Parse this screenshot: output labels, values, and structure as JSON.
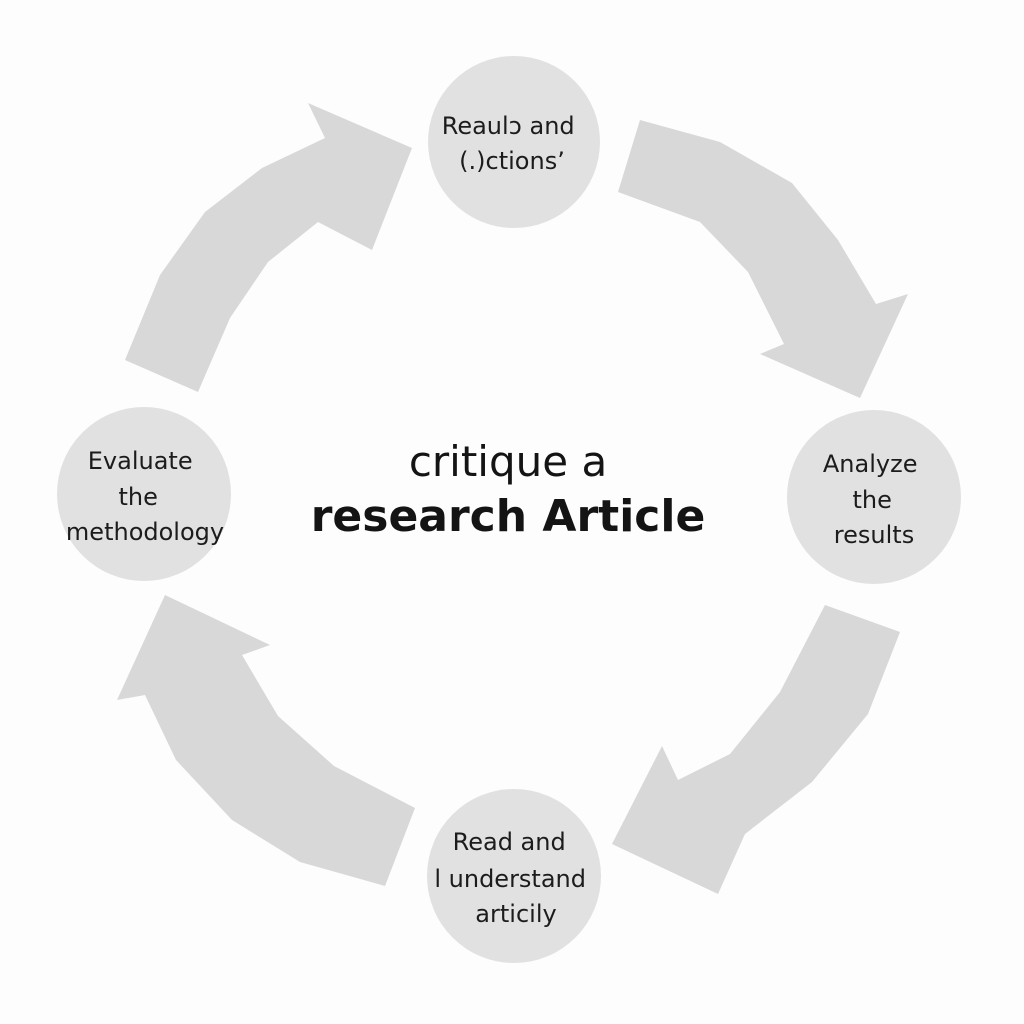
{
  "center": {
    "line1": "critique a",
    "line2": "research Article"
  },
  "nodes": {
    "top": {
      "lines": [
        "Reaulɔ and",
        "(.)ctions’"
      ]
    },
    "right": {
      "lines": [
        "Analyze",
        "the",
        "results"
      ]
    },
    "bottom": {
      "lines": [
        "Read and",
        "l understand",
        "articily"
      ]
    },
    "left": {
      "lines": [
        "Evaluate",
        "the",
        "methodology"
      ]
    }
  },
  "colors": {
    "background": "#fdfdfd",
    "arrow": "#d8d8d8",
    "node": "#e1e1e1",
    "text": "#1c1c1c"
  }
}
